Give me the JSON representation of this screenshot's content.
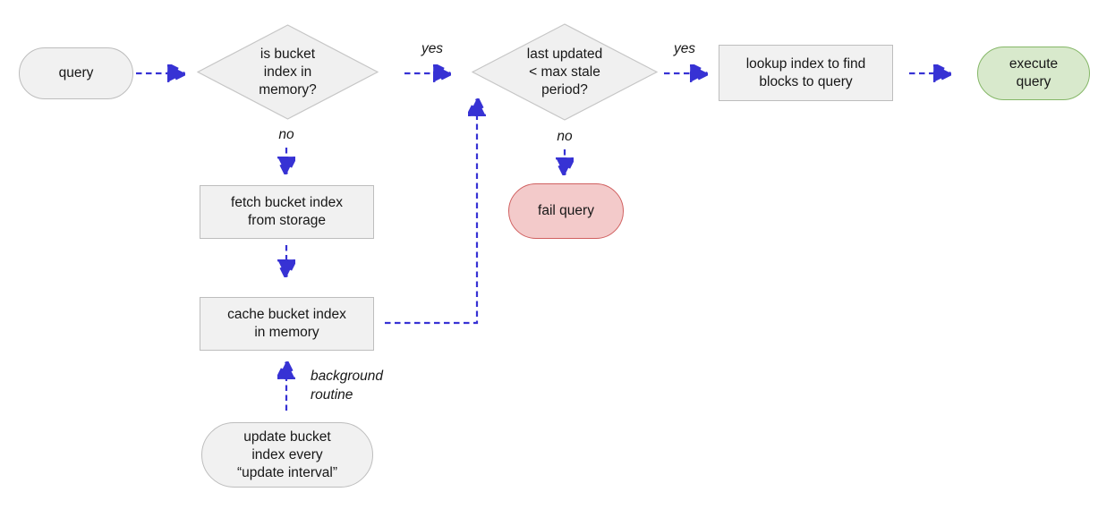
{
  "diagram": {
    "kind": "flowchart",
    "colors": {
      "arrow": "#3732d4",
      "node-fill": "#f1f1f1",
      "node-border": "#bdbdbd",
      "diamond-fill": "#f0f0f0",
      "diamond-border": "#c6c6c6",
      "success-fill": "#d8e9cc",
      "success-border": "#85b767",
      "fail-fill": "#f3caca",
      "fail-border": "#d05f5f",
      "text": "#171717"
    },
    "nodes": {
      "query": {
        "label": "query",
        "shape": "terminal-pill",
        "color": "gray"
      },
      "decision_memory": {
        "label": "is bucket\nindex in\nmemory?",
        "shape": "diamond",
        "color": "gray"
      },
      "decision_stale": {
        "label": "last updated\n< max stale\nperiod?",
        "shape": "diamond",
        "color": "gray"
      },
      "lookup": {
        "label": "lookup index to find\nblocks to query",
        "shape": "process-rect",
        "color": "gray"
      },
      "execute": {
        "label": "execute\nquery",
        "shape": "terminal-pill",
        "color": "green"
      },
      "fetch": {
        "label": "fetch bucket index\nfrom storage",
        "shape": "process-rect",
        "color": "gray"
      },
      "cache": {
        "label": "cache bucket index\nin memory",
        "shape": "process-rect",
        "color": "gray"
      },
      "fail": {
        "label": "fail query",
        "shape": "terminal-pill",
        "color": "red"
      },
      "update": {
        "label": "update bucket\nindex every\n“update interval”",
        "shape": "terminal-pill",
        "color": "gray"
      }
    },
    "edge_labels": {
      "yes_memory": "yes",
      "yes_stale": "yes",
      "no_memory": "no",
      "no_stale": "no",
      "background_routine": "background\nroutine"
    },
    "edges": [
      {
        "from": "query",
        "to": "decision_memory",
        "style": "dashed-arrow"
      },
      {
        "from": "decision_memory",
        "to": "decision_stale",
        "label": "yes",
        "style": "dashed-arrow"
      },
      {
        "from": "decision_stale",
        "to": "lookup",
        "label": "yes",
        "style": "dashed-arrow"
      },
      {
        "from": "lookup",
        "to": "execute",
        "style": "dashed-arrow"
      },
      {
        "from": "decision_memory",
        "to": "fetch",
        "label": "no",
        "style": "dashed-arrow"
      },
      {
        "from": "fetch",
        "to": "cache",
        "style": "dashed-arrow"
      },
      {
        "from": "cache",
        "to": "decision_stale",
        "style": "dashed-arrow-elbow"
      },
      {
        "from": "decision_stale",
        "to": "fail",
        "label": "no",
        "style": "dashed-arrow"
      },
      {
        "from": "update",
        "to": "cache",
        "label": "background routine",
        "style": "dashed-arrow"
      }
    ]
  }
}
